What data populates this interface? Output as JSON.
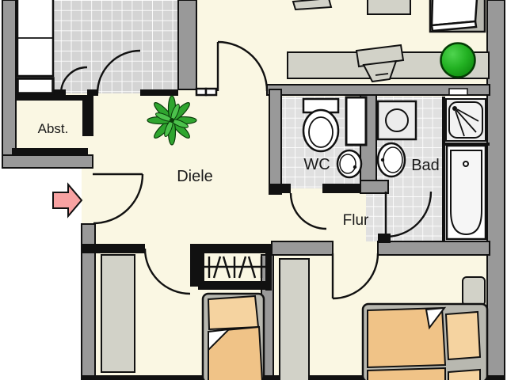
{
  "rooms": {
    "storage": {
      "label": "Abst."
    },
    "hallway": {
      "label": "Diele"
    },
    "wc": {
      "label": "WC"
    },
    "bathroom": {
      "label": "Bad"
    },
    "corridor": {
      "label": "Flur"
    }
  },
  "colors": {
    "floor": "#FAF7E3",
    "wall": "#999999",
    "tile_kitchen": "#D4D4D4",
    "tile_bath": "#DFDFDF",
    "furniture": "#D2D2C8",
    "bedframe": "#B8B8B0",
    "bedding": "#F0C387",
    "pillow": "#F5D3A0",
    "plant": "#2FA52F",
    "ball_green": "#1FA41F",
    "arrow_pink": "#F8A2A2"
  }
}
